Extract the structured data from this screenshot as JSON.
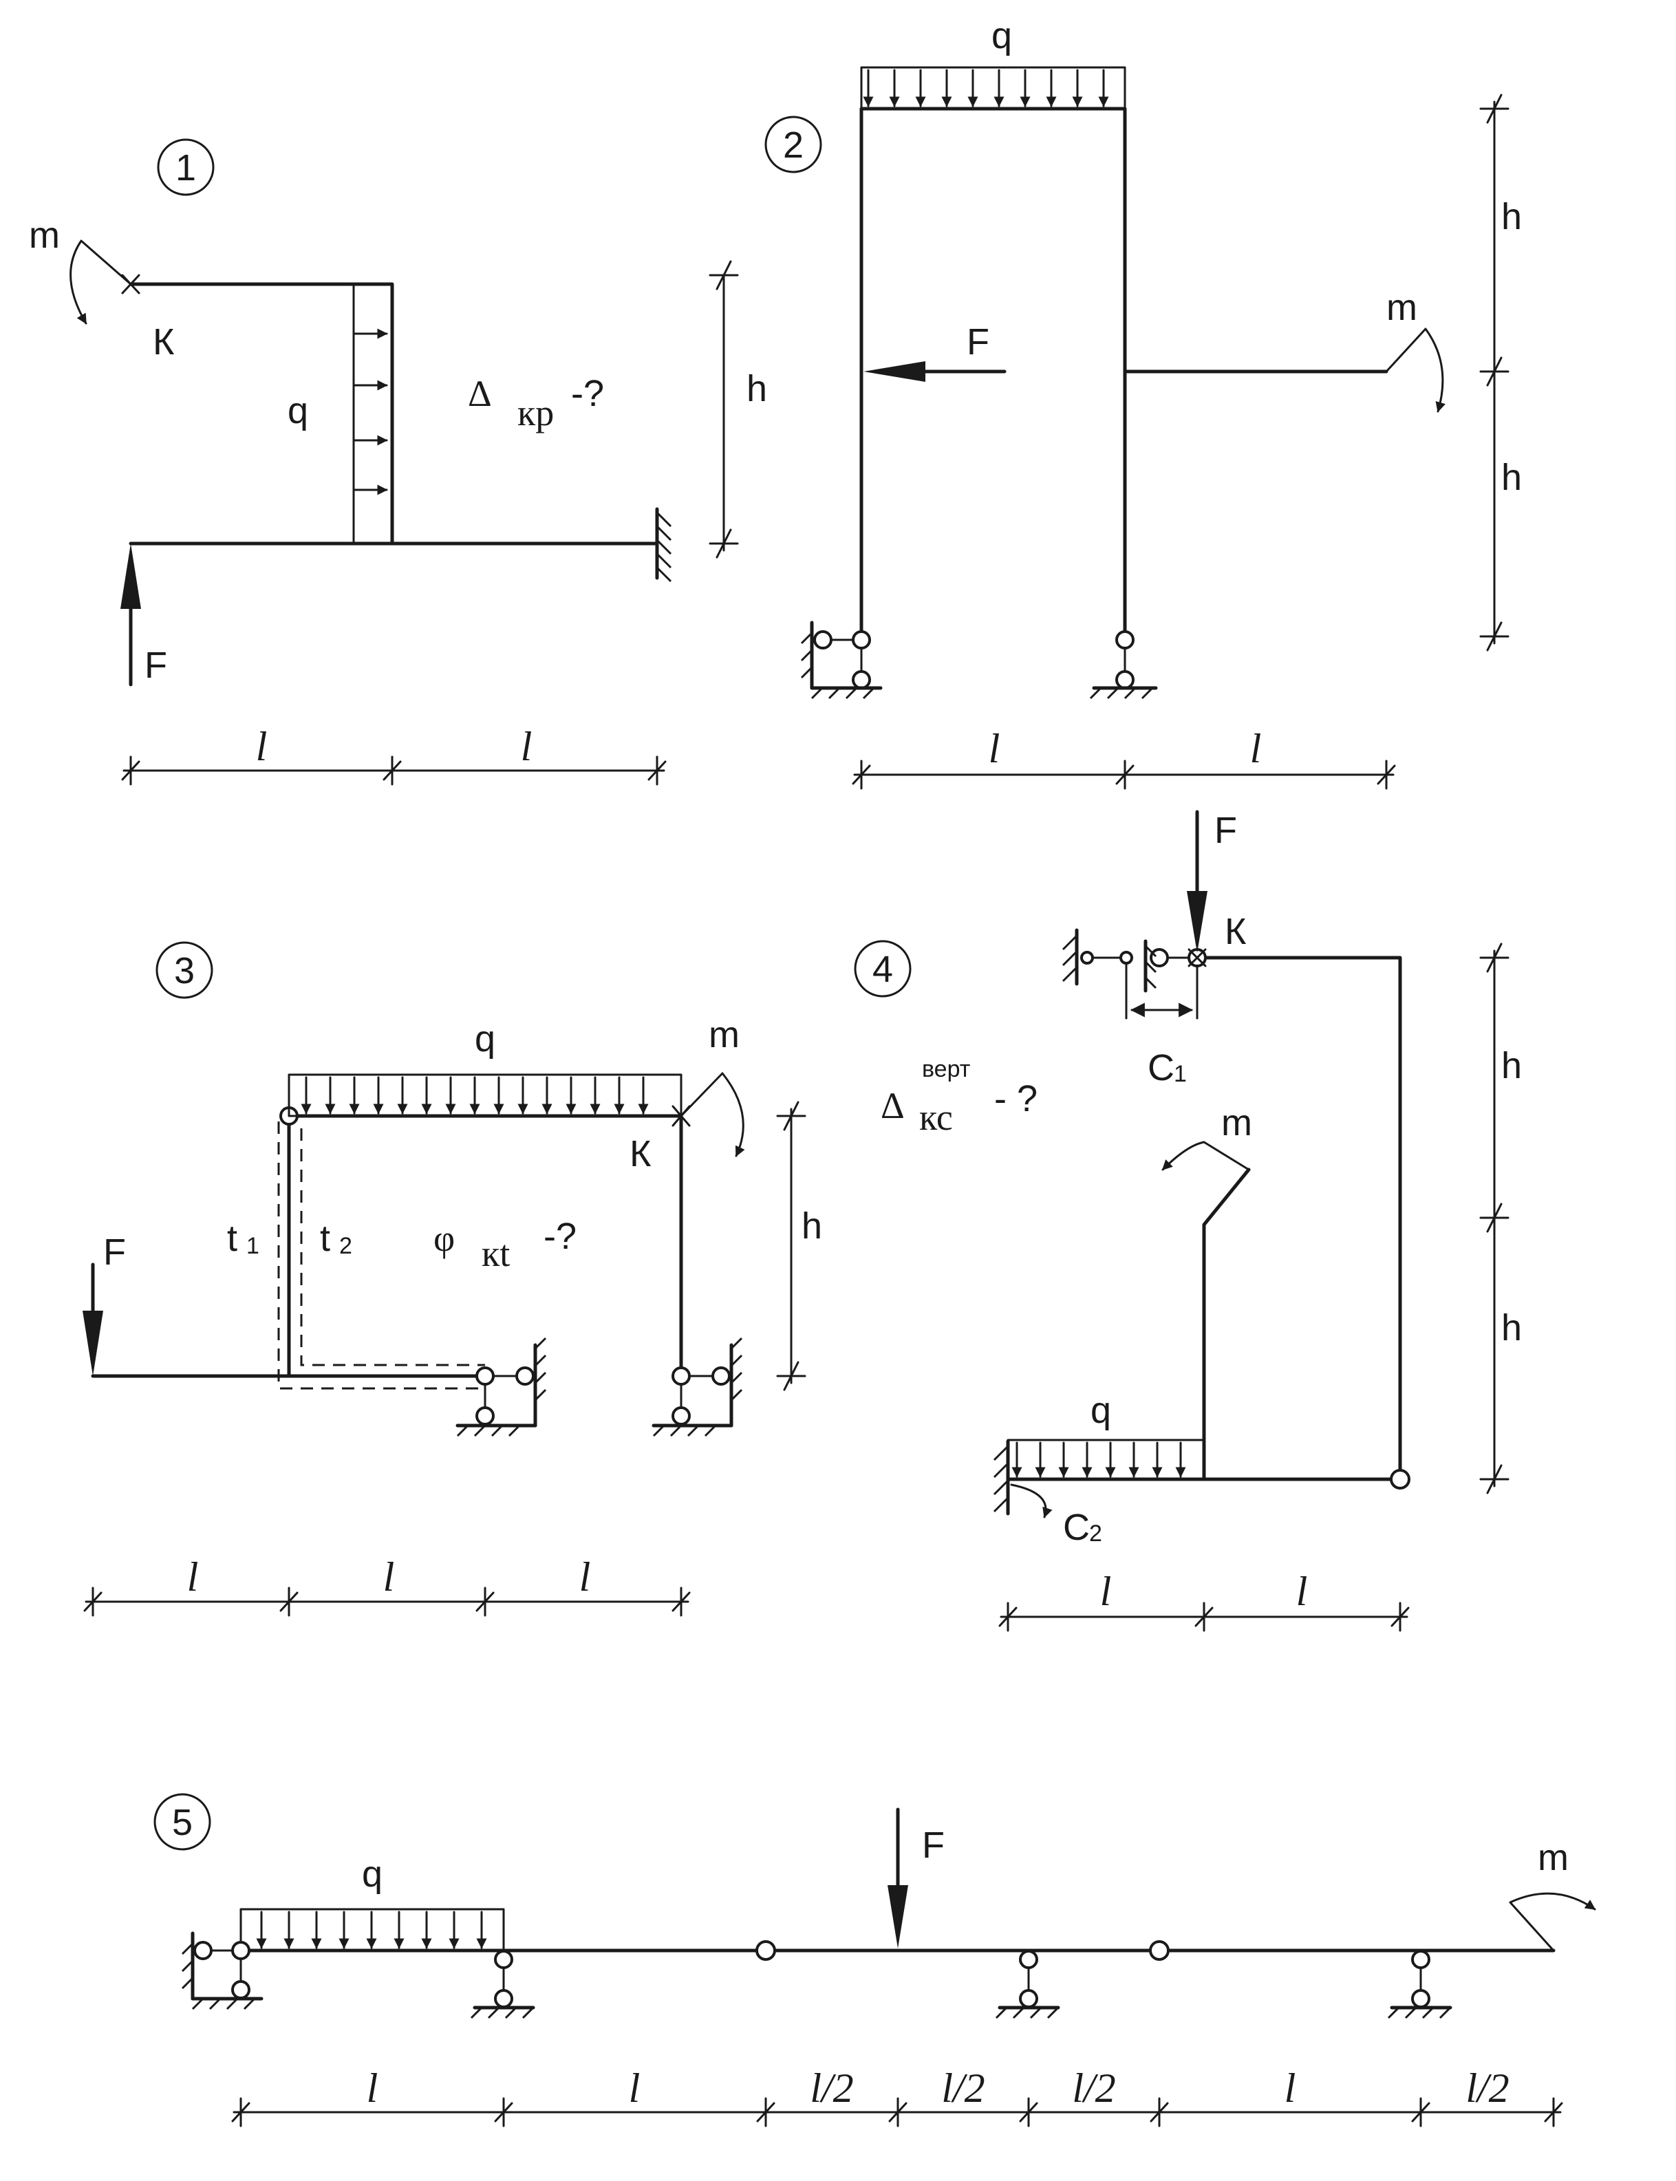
{
  "colors": {
    "ink": "#1a1a1a",
    "paper": "#ffffff"
  },
  "schemes": [
    {
      "number": "1",
      "labels": {
        "moment": "m",
        "point": "К",
        "load": "q",
        "force": "F",
        "height": "h",
        "span1": "l",
        "span2": "l"
      },
      "question": {
        "symbol": "Δ",
        "subscript": "кр",
        "suffix": "-?"
      }
    },
    {
      "number": "2",
      "labels": {
        "load": "q",
        "force": "F",
        "moment": "m",
        "height_top": "h",
        "height_bottom": "h",
        "span1": "l",
        "span2": "l"
      }
    },
    {
      "number": "3",
      "labels": {
        "load": "q",
        "moment": "m",
        "point": "К",
        "force": "F",
        "height": "h",
        "span1": "l",
        "span2": "l",
        "span3": "l"
      },
      "temperatures": {
        "t1": "t",
        "t1_index": "1",
        "t2": "t",
        "t2_index": "2"
      },
      "question": {
        "symbol": "φ",
        "subscript": "кt",
        "suffix": "-?"
      }
    },
    {
      "number": "4",
      "labels": {
        "force": "F",
        "point": "К",
        "settlement1": "C",
        "settlement1_index": "1",
        "moment": "m",
        "load": "q",
        "settlement2": "C",
        "settlement2_index": "2",
        "height_top": "h",
        "height_bottom": "h",
        "span1": "l",
        "span2": "l"
      },
      "question": {
        "symbol": "Δ",
        "superscript": "верт",
        "subscript": "кс",
        "suffix": "- ?"
      }
    },
    {
      "number": "5",
      "labels": {
        "load": "q",
        "force": "F",
        "moment": "m"
      },
      "spans": [
        "l",
        "l",
        "l/2",
        "l/2",
        "l/2",
        "l",
        "l/2"
      ]
    }
  ]
}
